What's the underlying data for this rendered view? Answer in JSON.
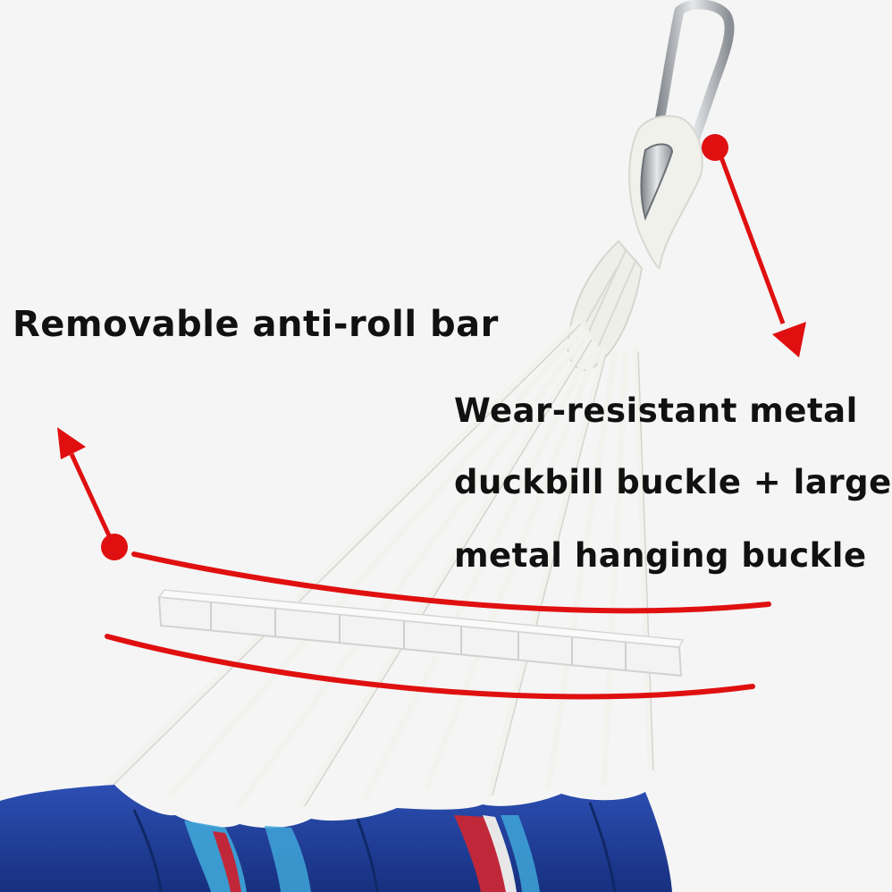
{
  "annotations": {
    "anti_roll_bar": "Removable anti-roll bar",
    "buckle_lines": [
      "Wear-resistant metal",
      "duckbill buckle + large",
      "metal hanging buckle"
    ]
  },
  "colors": {
    "background": "#f5f5f5",
    "pointer_red": "#e01010",
    "rope": "#f2f2ee",
    "spreader_bar": "#f3f3f3",
    "fabric_blue": "#1f3f9a",
    "stripe_red": "#c0283a",
    "stripe_light_blue": "#3fa6d8",
    "metal": "#b8bcc0"
  },
  "icons": [
    "carabiner-icon",
    "pointer-dot-icon",
    "pointer-arrow-icon"
  ]
}
